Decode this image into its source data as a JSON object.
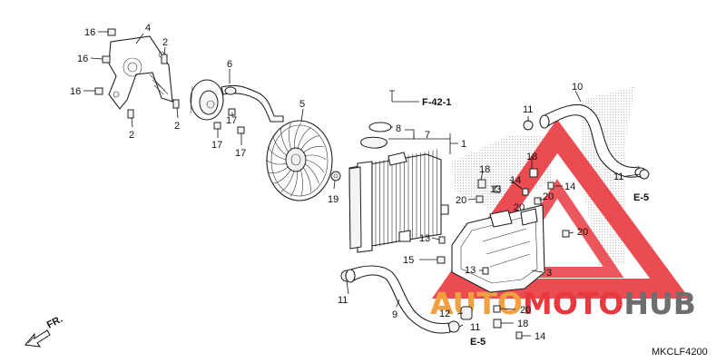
{
  "diagram_code": "MKCLF4200",
  "front_label": "FR.",
  "refs": {
    "f42": "F-42-1",
    "e5_right": "E-5",
    "e5_bottom": "E-5"
  },
  "callouts": {
    "c1": "1",
    "c2a": "2",
    "c2b": "2",
    "c2c": "2",
    "c3": "3",
    "c4": "4",
    "c5": "5",
    "c6": "6",
    "c7": "7",
    "c8": "8",
    "c9": "9",
    "c10": "10",
    "c11a": "11",
    "c11b": "11",
    "c11c": "11",
    "c11d": "11",
    "c12": "12",
    "c13a": "13",
    "c13b": "13",
    "c13c": "13",
    "c14a": "14",
    "c14b": "14",
    "c14c": "14",
    "c15": "15",
    "c16a": "16",
    "c16b": "16",
    "c16c": "16",
    "c17a": "17",
    "c17b": "17",
    "c17c": "17",
    "c18a": "18",
    "c18b": "18",
    "c18c": "18",
    "c19": "19",
    "c20a": "20",
    "c20b": "20",
    "c20c": "20",
    "c20d": "20",
    "c20e": "20"
  },
  "watermark": {
    "text_left": "AUTO",
    "text_mid": "MOTO",
    "text_right": "HUB",
    "color_red": "#e8393f",
    "color_orange": "#f0a040",
    "color_gray": "#6e6e6e"
  }
}
